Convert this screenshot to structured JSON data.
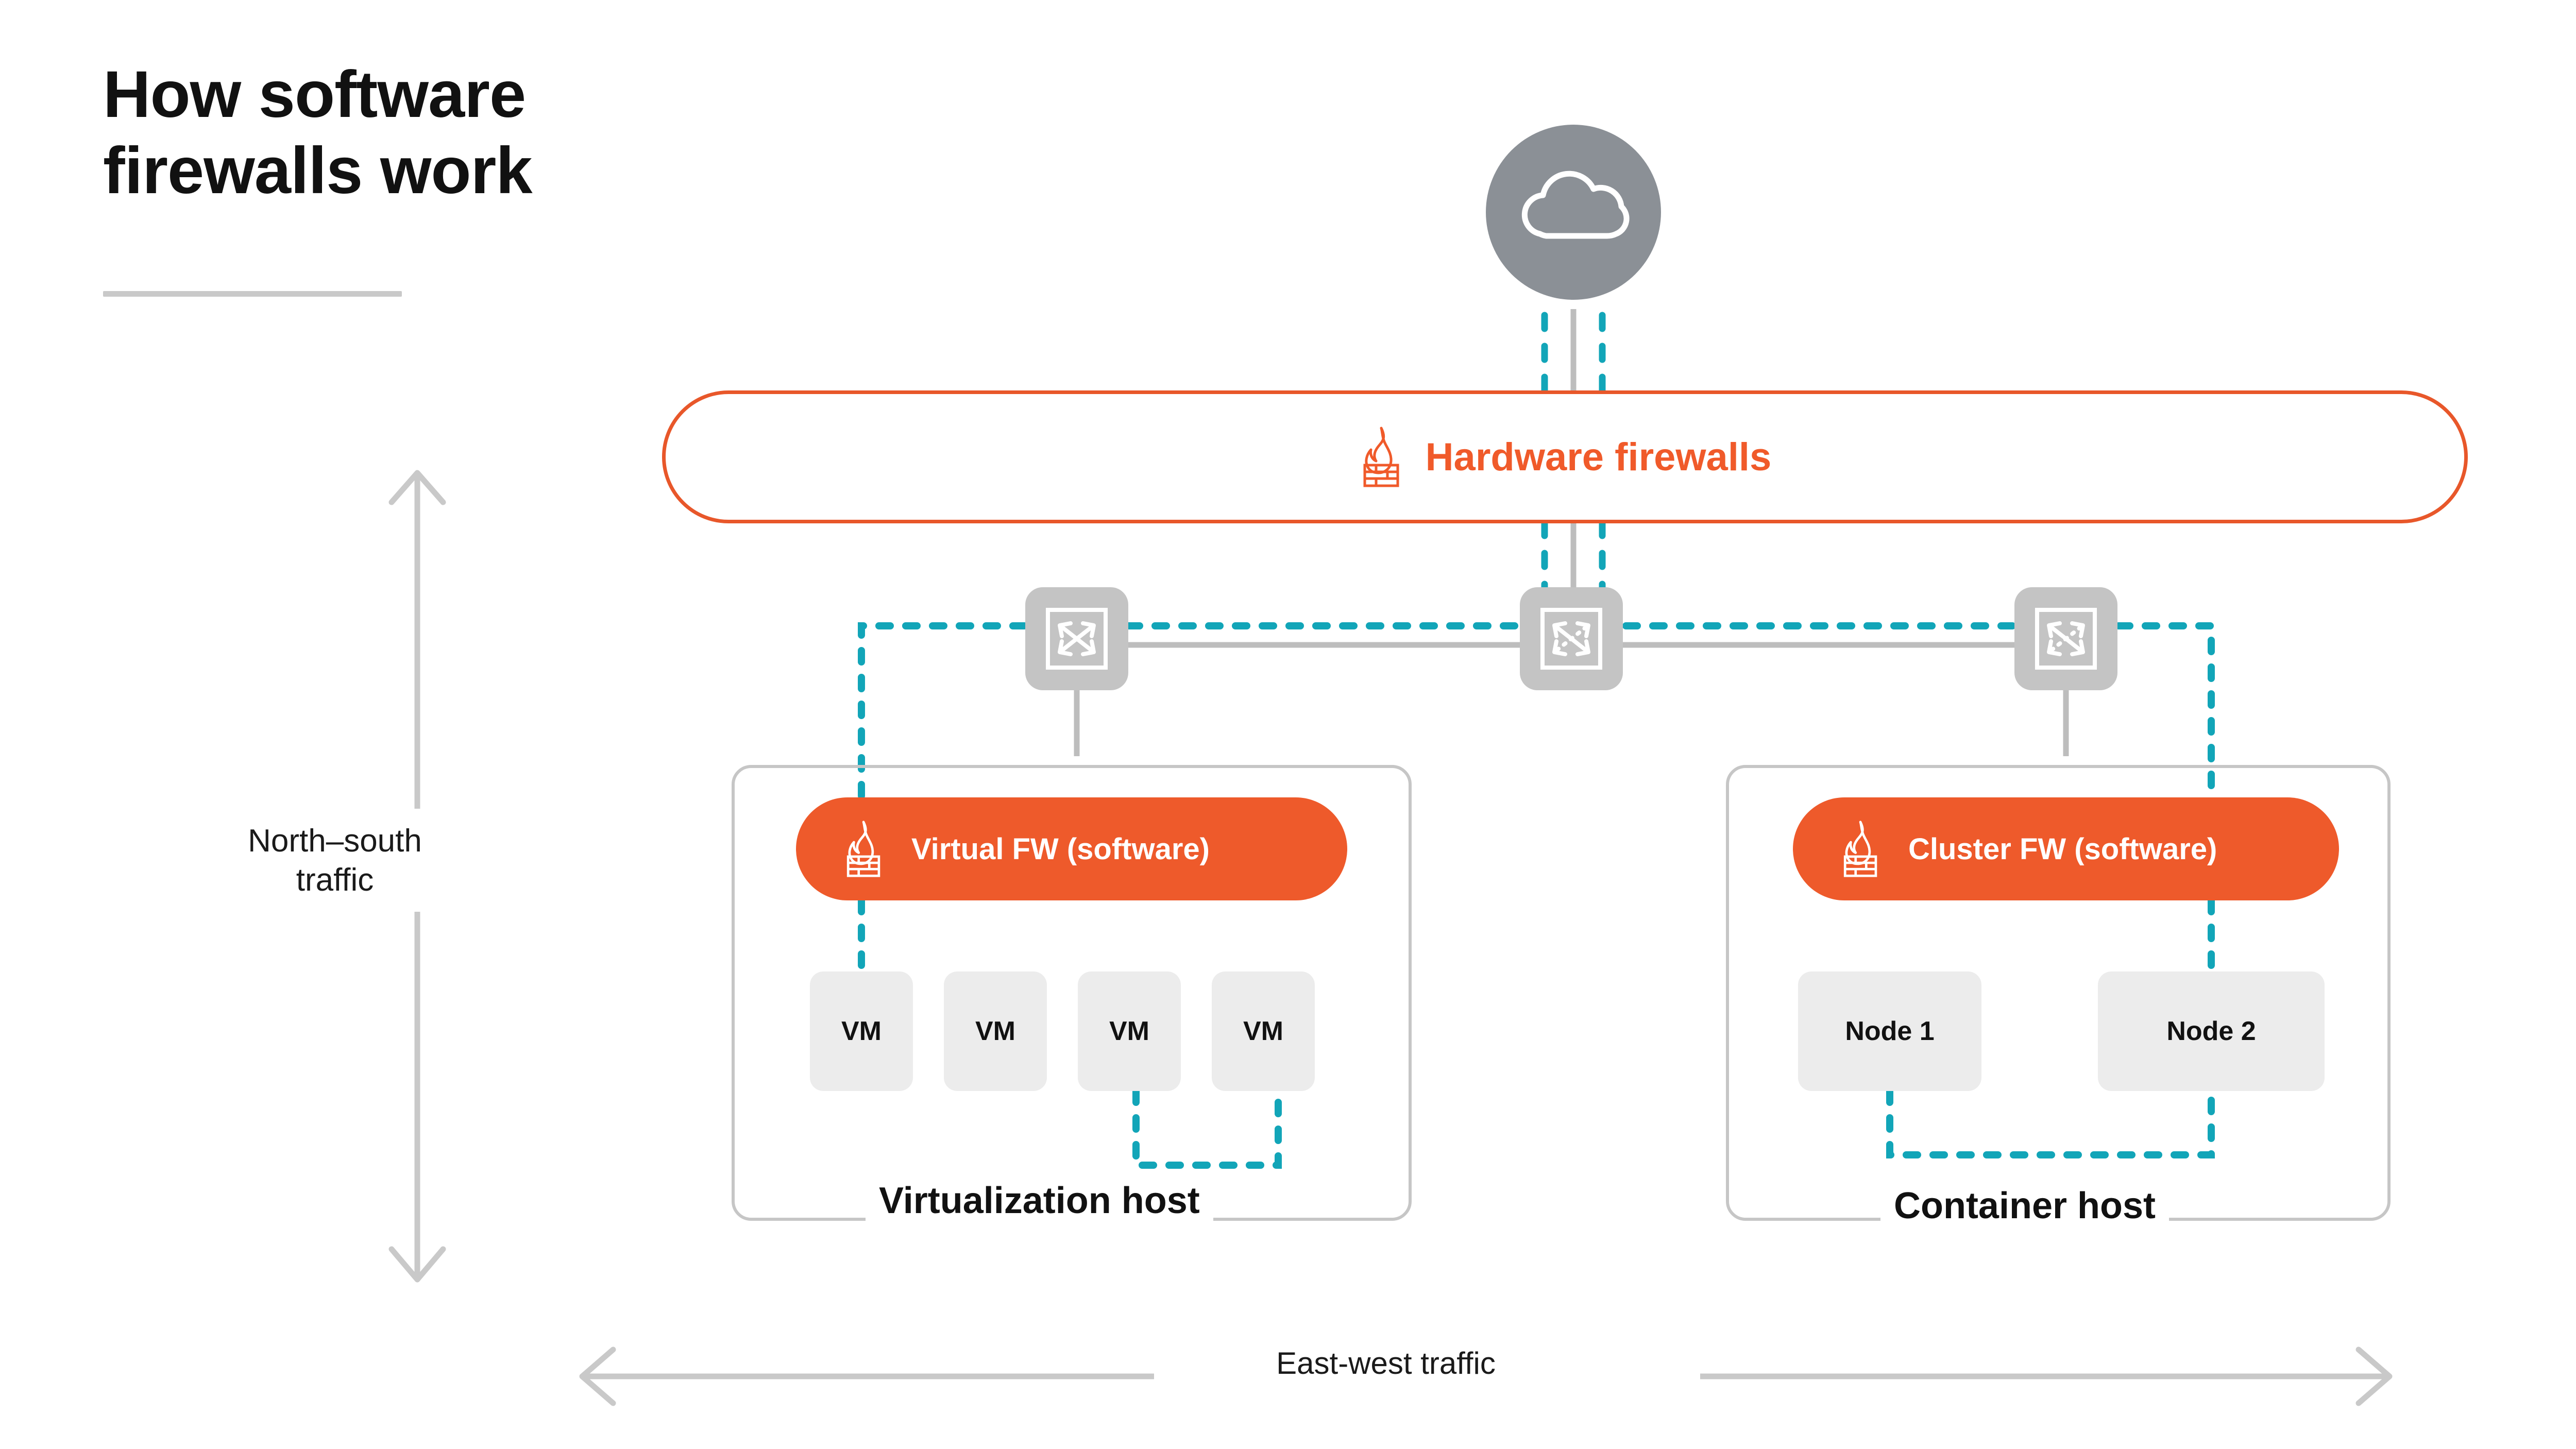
{
  "title": {
    "text": "How software\nfirewalls work"
  },
  "axes": {
    "north_south": {
      "label": "North–south\ntraffic",
      "icon": "vertical-double-arrow-icon"
    },
    "east_west": {
      "label": "East-west traffic",
      "icon": "horizontal-double-arrow-icon"
    }
  },
  "internet": {
    "icon": "cloud-icon",
    "color": "#8b9096"
  },
  "hardware_firewall": {
    "label": "Hardware firewalls",
    "icon": "firewall-flame-brick-icon",
    "border_color": "#e8572a",
    "text_color": "#f05a2a"
  },
  "switches": [
    {
      "name": "switch-left",
      "icon": "network-switch-icon"
    },
    {
      "name": "switch-center",
      "icon": "network-switch-icon"
    },
    {
      "name": "switch-right",
      "icon": "network-switch-icon"
    }
  ],
  "hosts": [
    {
      "id": "virtualization-host",
      "label": "Virtualization host",
      "firewall": {
        "label": "Virtual FW (software)",
        "icon": "firewall-flame-brick-icon",
        "color": "#ee5a2b"
      },
      "workloads": [
        {
          "label": "VM"
        },
        {
          "label": "VM"
        },
        {
          "label": "VM"
        },
        {
          "label": "VM"
        }
      ]
    },
    {
      "id": "container-host",
      "label": "Container host",
      "firewall": {
        "label": "Cluster FW (software)",
        "icon": "firewall-flame-brick-icon",
        "color": "#ee5a2b"
      },
      "workloads": [
        {
          "label": "Node 1"
        },
        {
          "label": "Node 2"
        }
      ]
    }
  ],
  "colors": {
    "orange": "#ee5a2b",
    "orange_border": "#e8572a",
    "teal_dashed_traffic": "#12a5b8",
    "gray_link": "#bdbdbd",
    "gray_switch": "#c4c4c4",
    "gray_cloud": "#8b9096",
    "box_fill": "#ececec",
    "host_border": "#c6c6c6",
    "rule": "#c9c9c9"
  }
}
